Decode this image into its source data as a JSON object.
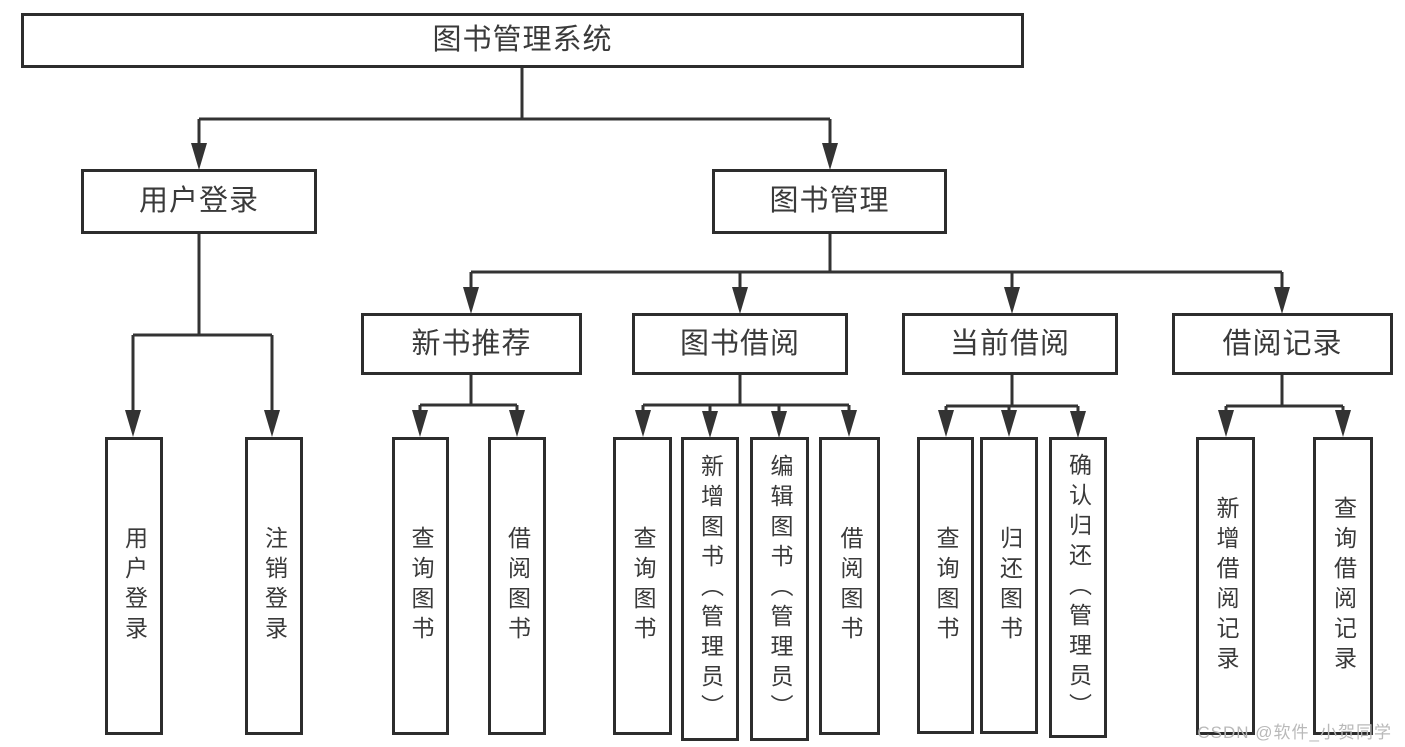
{
  "diagram": {
    "root": {
      "label": "图书管理系统"
    },
    "branches": [
      {
        "label": "用户登录",
        "children": [
          {
            "label": "用户登录"
          },
          {
            "label": "注销登录"
          }
        ]
      },
      {
        "label": "图书管理",
        "children": [
          {
            "label": "新书推荐",
            "children": [
              {
                "label": "查询图书"
              },
              {
                "label": "借阅图书"
              }
            ]
          },
          {
            "label": "图书借阅",
            "children": [
              {
                "label": "查询图书"
              },
              {
                "label": "新增图书（管理员）"
              },
              {
                "label": "编辑图书（管理员）"
              },
              {
                "label": "借阅图书"
              }
            ]
          },
          {
            "label": "当前借阅",
            "children": [
              {
                "label": "查询图书"
              },
              {
                "label": "归还图书"
              },
              {
                "label": "确认归还（管理员）"
              }
            ]
          },
          {
            "label": "借阅记录",
            "children": [
              {
                "label": "新增借阅记录"
              },
              {
                "label": "查询借阅记录"
              }
            ]
          }
        ]
      }
    ]
  },
  "watermark": "CSDN @软件_小贺同学",
  "colors": {
    "line": "#333333",
    "border": "#2d2d2d",
    "text": "#3a3a3a",
    "watermark": "#b9b9b9",
    "background": "#ffffff"
  }
}
